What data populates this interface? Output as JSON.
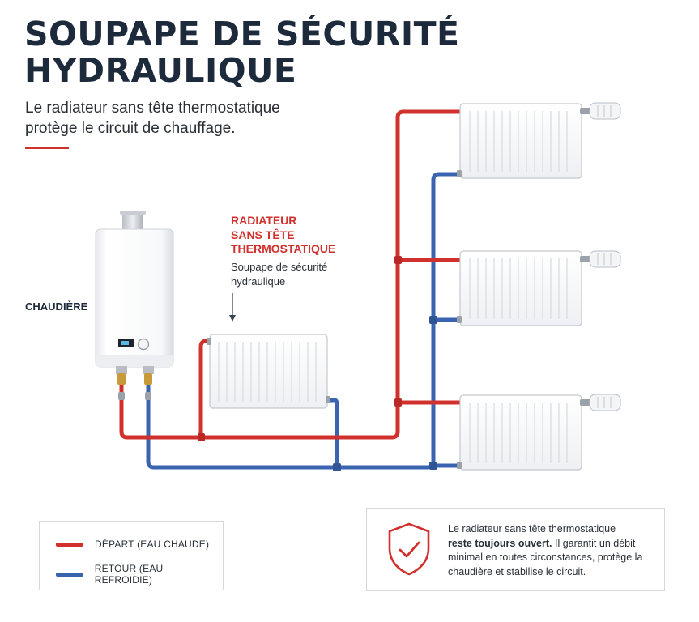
{
  "title": {
    "line1": "SOUPAPE DE SÉCURITÉ",
    "line2": "HYDRAULIQUE"
  },
  "subtitle": {
    "line1": "Le radiateur sans tête thermostatique",
    "line2": "protège le circuit de chauffage."
  },
  "boiler_label": "CHAUDIÈRE",
  "callout": {
    "title_lines": [
      "RADIATEUR",
      "SANS TÊTE",
      "THERMOSTATIQUE"
    ],
    "sub_lines": [
      "Soupape de sécurité",
      "hydraulique"
    ]
  },
  "legend": {
    "depart": "DÉPART (EAU CHAUDE)",
    "retour": "RETOUR (EAU REFROIDIE)"
  },
  "info": {
    "line1": "Le radiateur sans tête thermostatique",
    "bold": "reste toujours ouvert.",
    "rest": " Il garantit un débit minimal en toutes circonstances, protège la chaudière et stabilise le circuit."
  },
  "colors": {
    "hot_pipe": "#d0312d",
    "cold_pipe": "#3a64b0",
    "accent": "#d0312d",
    "title": "#1d2a3c"
  },
  "icons": [
    "shield-check-icon",
    "thermostatic-head-icon",
    "boiler-display-icon"
  ]
}
